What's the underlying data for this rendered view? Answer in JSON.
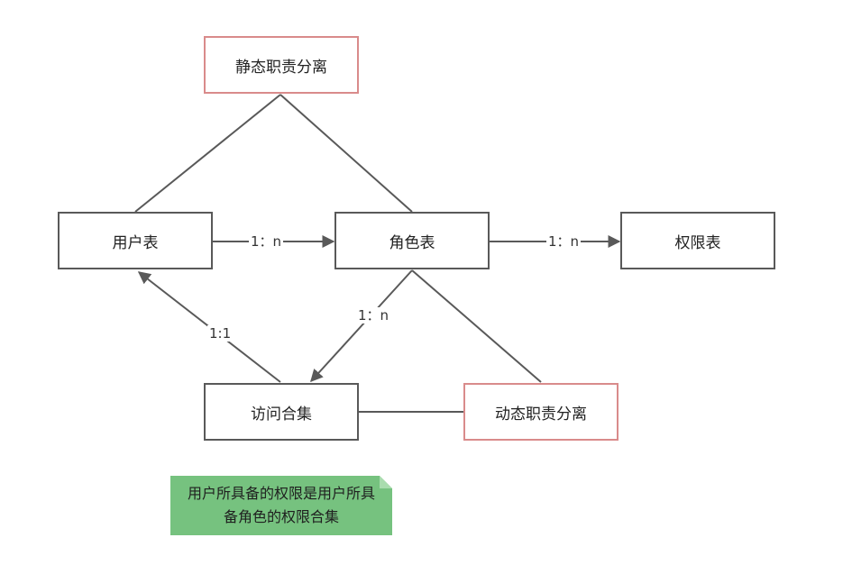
{
  "nodes": {
    "static_sod": "静态职责分离",
    "user_table": "用户表",
    "role_table": "角色表",
    "perm_table": "权限表",
    "access_set": "访问合集",
    "dynamic_sod": "动态职责分离"
  },
  "edge_labels": {
    "user_role": "1：n",
    "role_perm": "1：n",
    "role_access": "1：n",
    "access_user": "1:1"
  },
  "note": {
    "line1": "用户所具备的权限是用户所具",
    "line2": "备角色的权限合集"
  },
  "colors": {
    "line": "#595959",
    "box_border": "#595959",
    "sod_border": "#d98b8b",
    "note_fill": "#76c27f"
  }
}
